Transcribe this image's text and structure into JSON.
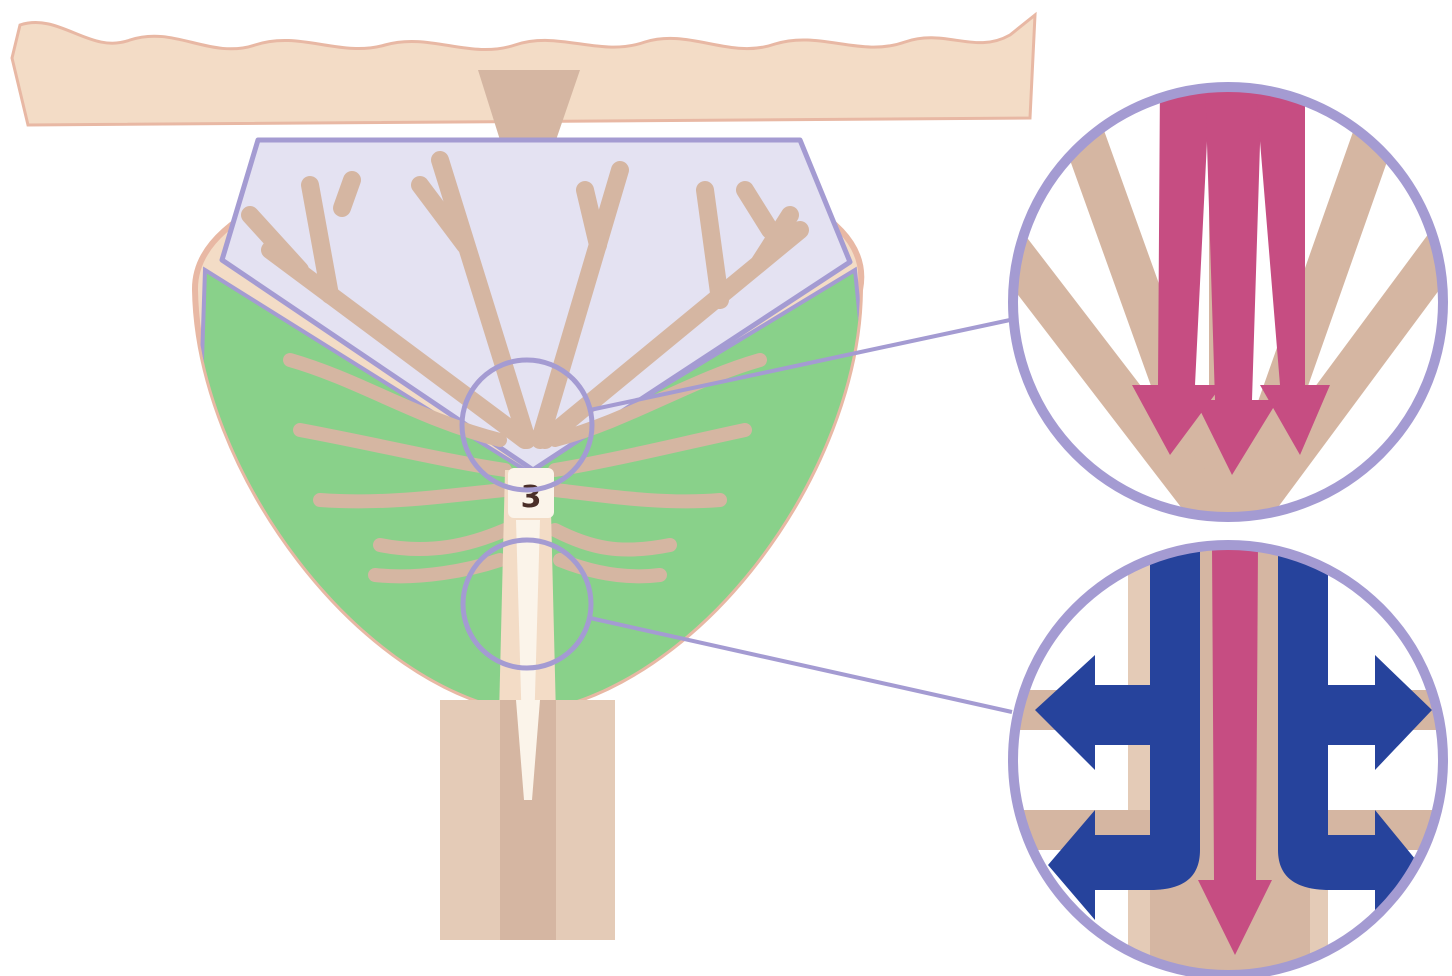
{
  "labels": {
    "marker": "3"
  },
  "colors": {
    "tissue": "#f3dcc6",
    "tissue_outline": "#e8b8a4",
    "duct": "#d5b6a2",
    "upper_zone": "#e4e2f2",
    "lower_zone": "#89d18a",
    "outline": "#a49bd2",
    "inflow_arrow": "#c64d82",
    "outflow_arrow": "#26439c"
  },
  "icons": {
    "inflow": "arrow-down",
    "outflow": "arrow-left-right"
  }
}
